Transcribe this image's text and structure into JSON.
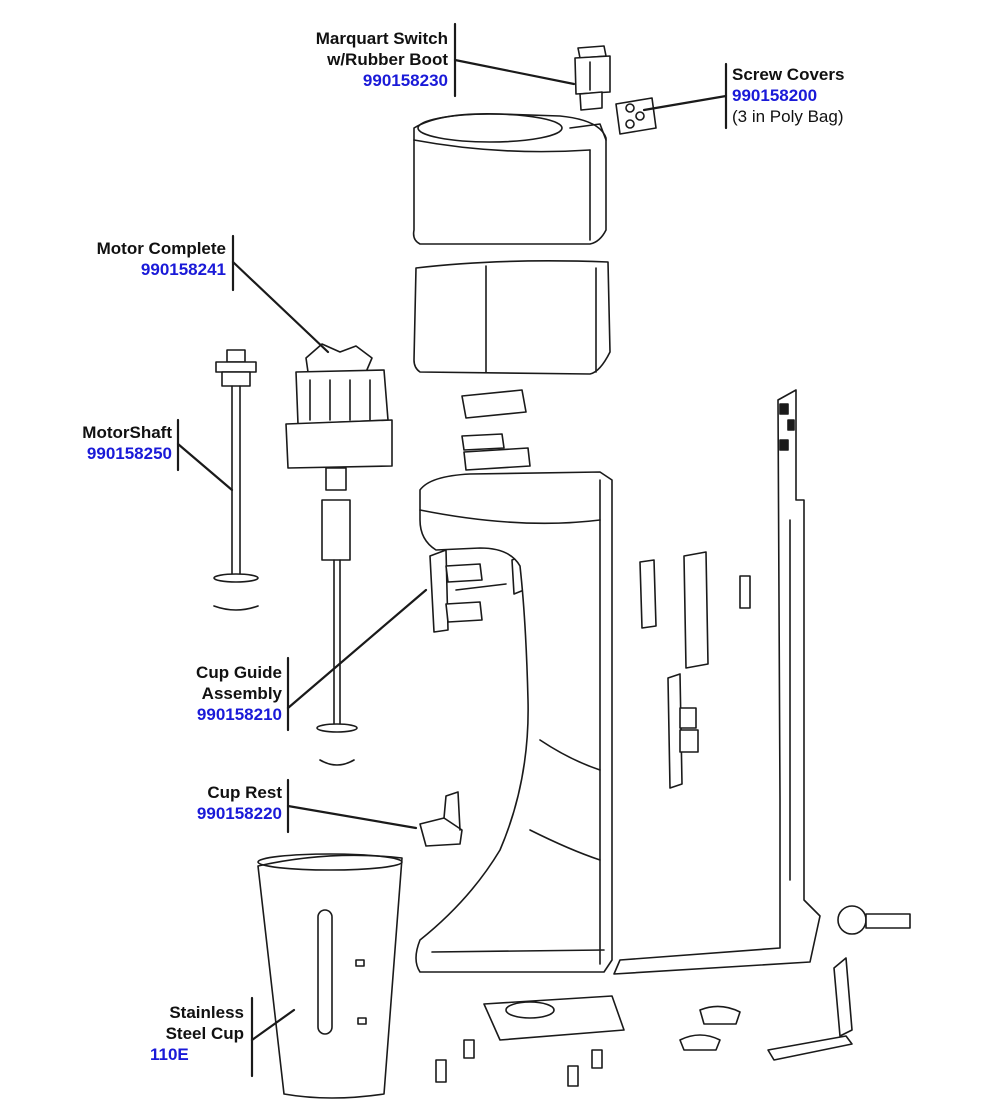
{
  "colors": {
    "part_number": "#1a1ad8",
    "label": "#111111",
    "line": "#1a1a1a"
  },
  "callouts": {
    "marquart_switch": {
      "name_line1": "Marquart Switch",
      "name_line2": "w/Rubber Boot",
      "part": "990158230"
    },
    "screw_covers": {
      "name": "Screw Covers",
      "part": "990158200",
      "note": "(3 in Poly Bag)"
    },
    "motor_complete": {
      "name": "Motor Complete",
      "part": "990158241"
    },
    "motor_shaft": {
      "name": "MotorShaft",
      "part": "990158250"
    },
    "cup_guide": {
      "name_line1": "Cup Guide",
      "name_line2": "Assembly",
      "part": "990158210"
    },
    "cup_rest": {
      "name": "Cup Rest",
      "part": "990158220"
    },
    "steel_cup": {
      "name_line1": "Stainless",
      "name_line2": "Steel Cup",
      "part": "110E"
    }
  }
}
